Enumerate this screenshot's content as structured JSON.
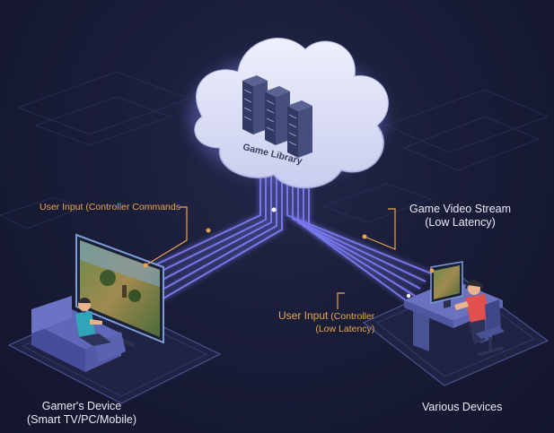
{
  "cloud": {
    "label": "Game Library"
  },
  "labels": {
    "user_input_left": "User Input (Controller Commands",
    "video_stream_line1": "Game Video Stream",
    "video_stream_line2": "(Low Latency)",
    "user_input_right_line1_a": "User Input",
    "user_input_right_line1_b": "(Controller",
    "user_input_right_line2": "(Low Latency)",
    "gamer_device_line1": "Gamer's Device",
    "gamer_device_line2": "(Smart TV/PC/Mobile)",
    "various_devices": "Various Devices"
  },
  "colors": {
    "background": "#1a1d38",
    "cloud": "#dfe3f7",
    "connection_lines": "#7b7cf5",
    "annotation": "#e8a553",
    "server": "#3d4570"
  },
  "icons": [
    "cloud-icon",
    "server-rack-icon",
    "tv-screen-icon",
    "sofa-icon",
    "gamer-person-icon",
    "desk-icon",
    "monitor-icon",
    "office-chair-icon",
    "headset-person-icon"
  ]
}
